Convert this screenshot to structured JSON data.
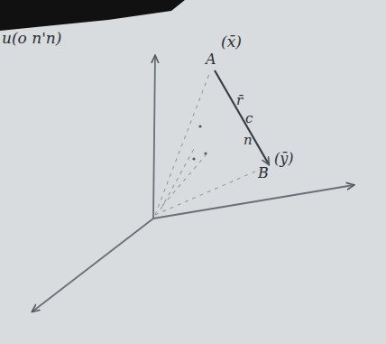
{
  "diagram": {
    "labels": [
      "u(o n'n)",
      "A",
      "(x̄)",
      "r̄",
      "c",
      "n",
      "B",
      "(ȳ)"
    ]
  }
}
